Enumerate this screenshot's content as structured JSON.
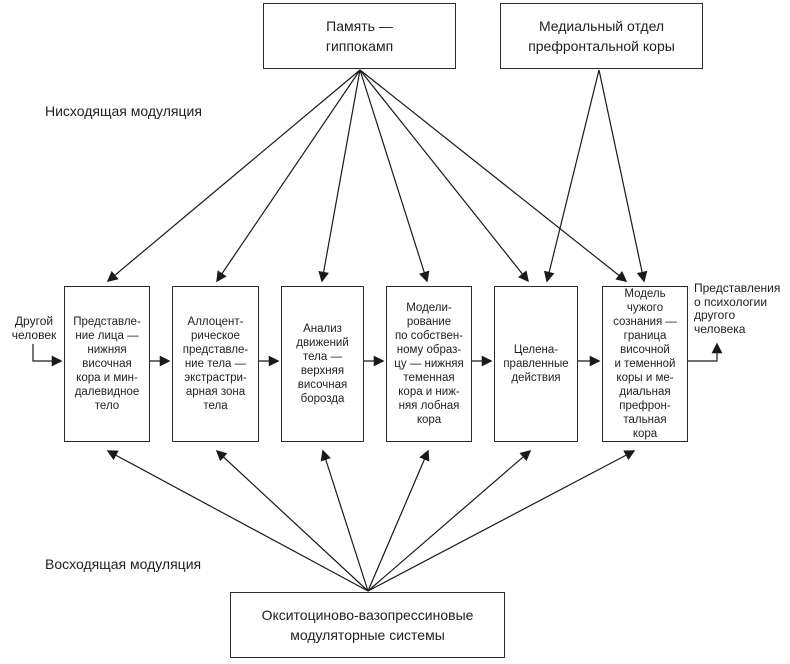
{
  "diagram": {
    "top_left_box": {
      "lines": [
        "Память —",
        "гиппокамп"
      ]
    },
    "top_right_box": {
      "lines": [
        "Медиальный отдел",
        "префронтальной коры"
      ]
    },
    "descending_label": "Нисходящая модуляция",
    "ascending_label": "Восходящая модуляция",
    "input_label": {
      "lines": [
        "Другой",
        "человек"
      ]
    },
    "output_label": {
      "lines": [
        "Представления",
        "о психологии",
        "другого",
        "человека"
      ]
    },
    "process_boxes": [
      {
        "lines": [
          "Представле-",
          "ние лица —",
          "нижняя",
          "височная",
          "кора и мин-",
          "далевидное",
          "тело"
        ]
      },
      {
        "lines": [
          "Аллоцент-",
          "рическое",
          "представле-",
          "ние тела —",
          "экстрастри-",
          "арная зона",
          "тела"
        ]
      },
      {
        "lines": [
          "Анализ",
          "движений",
          "тела —",
          "верхняя",
          "височная",
          "борозда"
        ]
      },
      {
        "lines": [
          "Модели-",
          "рование",
          "по собствен-",
          "ному образ-",
          "цу — нижняя",
          "теменная",
          "кора и ниж-",
          "няя лобная",
          "кора"
        ]
      },
      {
        "lines": [
          "Целена-",
          "правленные",
          "действия"
        ]
      },
      {
        "lines": [
          "Модель",
          "чужого",
          "сознания —",
          "граница",
          "височной",
          "и теменной",
          "коры и ме-",
          "диальная",
          "префрон-",
          "тальная",
          "кора"
        ]
      }
    ],
    "bottom_box": {
      "lines": [
        "Окситоциново-вазопрессиновые",
        "модуляторные системы"
      ]
    },
    "colors": {
      "line": "#1a1a1a",
      "box_border": "#2b2b2b",
      "text": "#1f1f1f",
      "background": "#ffffff"
    }
  }
}
